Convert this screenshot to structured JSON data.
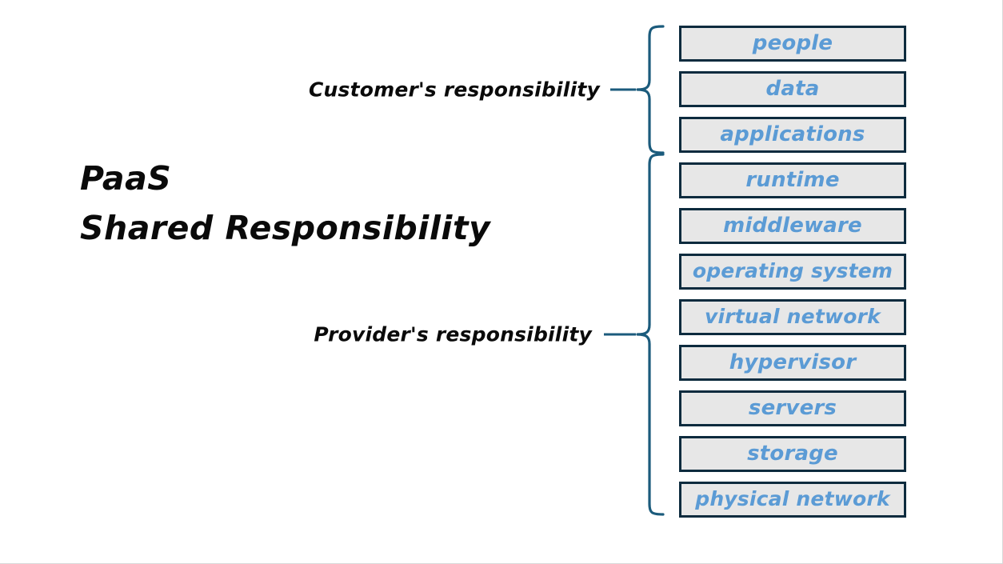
{
  "diagram": {
    "title_lines": [
      "PaaS",
      "Shared Responsibility"
    ],
    "colors": {
      "background": "#ffffff",
      "box_fill": "#e7e7e7",
      "box_border": "#0d2b3e",
      "layer_text": "#5b9bd5",
      "brace": "#1b5b7c",
      "title_text": "#0a0a0a"
    },
    "groups": [
      {
        "label": "Customer's responsibility",
        "brace_icon": "curly-brace-left",
        "layers": [
          {
            "name": "people"
          },
          {
            "name": "data"
          },
          {
            "name": "applications"
          }
        ]
      },
      {
        "label": "Provider's responsibility",
        "brace_icon": "curly-brace-left",
        "layers": [
          {
            "name": "runtime"
          },
          {
            "name": "middleware"
          },
          {
            "name": "operating system"
          },
          {
            "name": "virtual network"
          },
          {
            "name": "hypervisor"
          },
          {
            "name": "servers"
          },
          {
            "name": "storage"
          },
          {
            "name": "physical network"
          }
        ]
      }
    ]
  }
}
